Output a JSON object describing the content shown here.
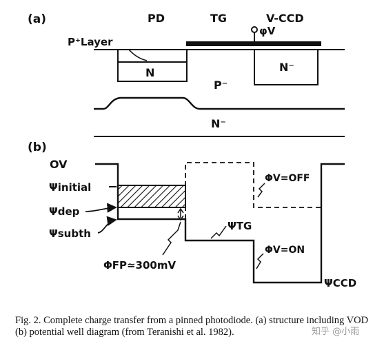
{
  "panel_a": {
    "panel_label": "(a)",
    "header_pd": "PD",
    "header_tg": "TG",
    "header_vccd": "V-CCD",
    "phi_v": "φV",
    "p_plus_layer": "P⁺Layer",
    "n_region": "N",
    "n_minus_region": "N⁻",
    "p_minus_region": "P⁻",
    "n_minus_substrate": "N⁻"
  },
  "panel_b": {
    "panel_label": "(b)",
    "ov": "OV",
    "psi_initial": "Ψinitial",
    "psi_dep": "Ψdep",
    "psi_subth": "Ψsubth",
    "phi_v_off": "ΦV=OFF",
    "psi_tg": "ΨTG",
    "phi_v_on": "ΦV=ON",
    "phi_fp": "ΦFP≃300mV",
    "psi_ccd": "ΨCCD"
  },
  "caption": "Fig. 2.   Complete charge transfer from a pinned photodiode. (a) structure including VOD (b) potential well diagram (from Teranishi et al. 1982).",
  "watermark": "知乎 @小雨",
  "colors": {
    "ink": "#111111",
    "hatch": "#111111"
  }
}
